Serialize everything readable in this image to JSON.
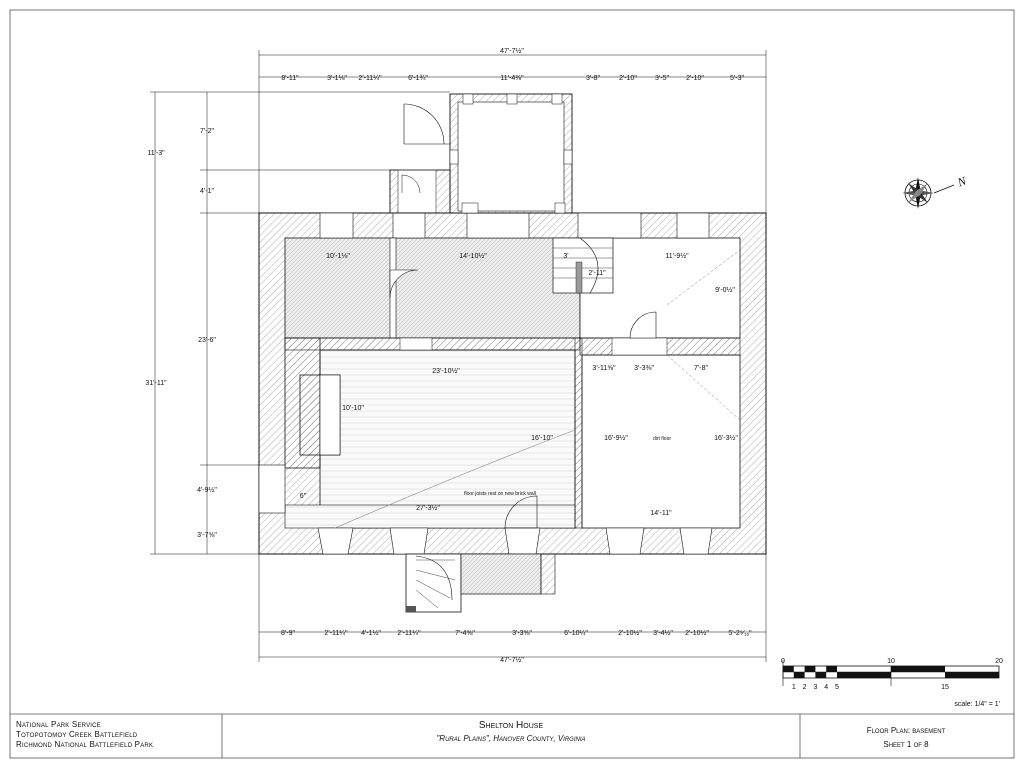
{
  "title_block": {
    "agency_line1": "National Park Service",
    "agency_line2": "Totopotomoy Creek Battlefield",
    "agency_line3": "Richmond National Battlefield Park",
    "building_name": "Shelton House",
    "building_location": "\"Rural Plains\",  Hanover County,  Virginia",
    "drawing_title": "Floor Plan: basement",
    "sheet_number": "Sheet 1 of 8"
  },
  "scale_bar": {
    "major_labels": [
      "0",
      "10",
      "20"
    ],
    "minor_labels": [
      "1",
      "2",
      "3",
      "4",
      "5",
      "15"
    ],
    "scale_text": "scale: 1/4\" = 1'"
  },
  "north_arrow": {
    "icon": "north-arrow-icon",
    "label": "N"
  },
  "dimensions": {
    "overall_width_top": "47'-7½\"",
    "overall_width_bottom": "47'-7½\"",
    "top_segments": [
      "8'-11\"",
      "3'-1⅛\"",
      "2'-11¼\"",
      "6'-1¾\"",
      "11'-4⅜\"",
      "3'-8\"",
      "2'-10\"",
      "3'-5\"",
      "2'-10\"",
      "5'-3\""
    ],
    "bottom_segments": [
      "8'-9\"",
      "2'-11¼\"",
      "4'-1½\"",
      "2'-11¼\"",
      "7'-4⅝\"",
      "3'-3⅝\"",
      "6'-10¼\"",
      "2'-10½\"",
      "3'-4½\"",
      "2'-10½\"",
      "5'-2⁹⁄₁₆\""
    ],
    "left_outer": [
      "11'-3\"",
      "31'-11\""
    ],
    "left_inner": [
      "7'-2\"",
      "4'-1\"",
      "23'-6\"",
      "4'-9½\"",
      "3'-7⅝\""
    ],
    "interior": {
      "north_left_room_width": "10'-1⅛\"",
      "hall_width": "14'-10½\"",
      "stair_width": "3'",
      "stair_depth": "2'-11\"",
      "north_right_room_width": "11'-9½\"",
      "north_right_room_depth": "9'-0½\"",
      "main_room_width": "23'-10½\"",
      "hearth_width": "10'-10\"",
      "main_room_depth": "16'-10\"",
      "main_room_bottom_width": "27'-3½\"",
      "offset_6": "6\"",
      "south_room_seg1": "3'-11⅝\"",
      "south_room_seg2": "3'-3⅜\"",
      "south_room_seg3": "7'-8\"",
      "south_room_depth_left": "16'-9½\"",
      "south_room_depth_right": "16'-3½\"",
      "south_room_width": "14'-11\""
    },
    "notes": {
      "dirt_floor": "dirt floor",
      "floor_joists": "floor joists rest on new brick wall"
    }
  }
}
